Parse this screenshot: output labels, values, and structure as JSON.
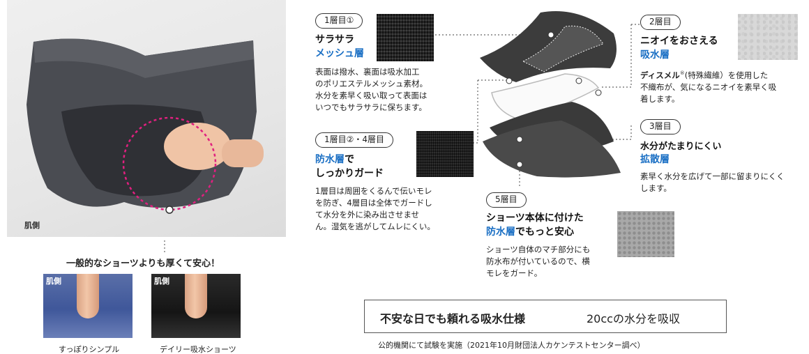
{
  "photo": {
    "skin_side_label": "肌側",
    "compare_title": "一般的なショーツよりも厚くて安心！",
    "compare_left_tag": "肌側",
    "compare_right_tag": "肌側",
    "compare_left_caption": "すっぽりシンプル",
    "compare_right_caption": "デイリー吸水ショーツ"
  },
  "layer1a": {
    "badge": "1層目①",
    "heading_line1": "サラサラ",
    "heading_line2": "メッシュ層",
    "desc_lines": [
      "表面は撥水、裏面は吸水加工",
      "のポリエステルメッシュ素材。",
      "水分を素早く吸い取って表面は",
      "いつでもサラサラに保ちます。"
    ]
  },
  "layer1b4": {
    "badge": "1層目②・4層目",
    "heading_line1_blue": "防水層",
    "heading_line1_rest": "で",
    "heading_line2": "しっかりガード",
    "desc_lines": [
      "1層目は周囲をくるんで伝いモレ",
      "を防ぎ、4層目は全体でガードし",
      "て水分を外に染み出させませ",
      "ん。湿気を逃がしてムレにくい。"
    ]
  },
  "layer2": {
    "badge": "2層目",
    "heading_line1": "ニオイをおさえる",
    "heading_line2": "吸水層",
    "brand": "ディスメル",
    "brand_mark": "®",
    "desc_line1_rest": "(特殊繊維）を使用した",
    "desc_lines": [
      "不織布が、気になるニオイを素早く吸",
      "着します。"
    ]
  },
  "layer3": {
    "badge": "3層目",
    "heading_line1": "水分がたまりにくい",
    "heading_line2": "拡散層",
    "desc_lines": [
      "素早く水分を広げて一部に留まりにくく",
      "します。"
    ]
  },
  "layer5": {
    "badge": "5層目",
    "heading_line1": "ショーツ本体に付けた",
    "heading_line2_blue": "防水層",
    "heading_line2_rest": "でもっと安心",
    "desc_lines": [
      "ショーツ自体のマチ部分にも",
      "防水布が付いているので、横",
      "モレをガード。"
    ]
  },
  "spec": {
    "main": "不安な日でも頼れる吸水仕様",
    "sub": "20ccの水分を吸収",
    "note": "公的機関にて試験を実施（2021年10月財団法人カケンテストセンター調べ）"
  },
  "colors": {
    "accent_blue": "#1a6fc4",
    "highlight_pink": "#e0207f"
  }
}
